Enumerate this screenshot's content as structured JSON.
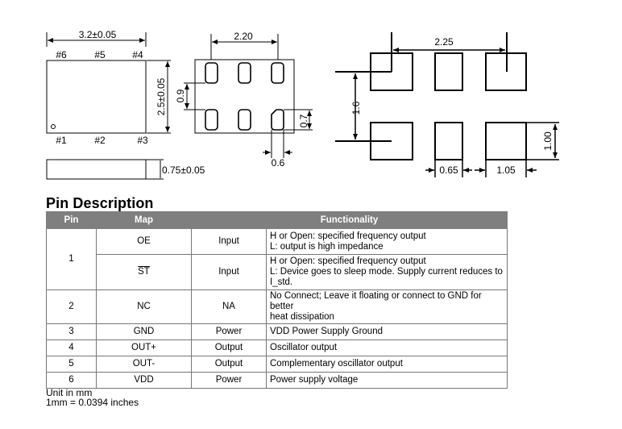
{
  "drawing": {
    "top_view": {
      "width_dim": "3.2±0.05",
      "height_dim": "2.5±0.05",
      "pins_top": [
        "#6",
        "#5",
        "#4"
      ],
      "pins_bottom": [
        "#1",
        "#2",
        "#3"
      ]
    },
    "side_view": {
      "thickness_dim": "0.75±0.05"
    },
    "bottom_view": {
      "pitch_dim": "2.20",
      "row_gap_dim": "0.9",
      "pad_height_dim": "0.7",
      "pad_width_dim": "0.6"
    },
    "land_pattern": {
      "span_dim": "2.25",
      "row_span_dim": "1.6",
      "pad_height_dim": "1.00",
      "pad_width_dim": "0.65",
      "pad_gap_dim": "1.05"
    }
  },
  "pin_description": {
    "title": "Pin Description",
    "headers": [
      "Pin",
      "Map",
      "Functionality"
    ],
    "rows": [
      {
        "pin": "1",
        "map": "OE",
        "type": "Input",
        "func": [
          "H or Open: specified frequency output",
          "L: output is high impedance"
        ]
      },
      {
        "pin": "",
        "map": "ST",
        "type": "Input",
        "func": [
          "H or Open: specified frequency output",
          "L: Device goes to sleep mode. Supply current reduces to",
          "I_std."
        ]
      },
      {
        "pin": "2",
        "map": "NC",
        "type": "NA",
        "func": [
          "No Connect; Leave it floating or connect to GND for better",
          "heat dissipation"
        ]
      },
      {
        "pin": "3",
        "map": "GND",
        "type": "Power",
        "func": [
          "VDD Power Supply Ground"
        ]
      },
      {
        "pin": "4",
        "map": "OUT+",
        "type": "Output",
        "func": [
          "Oscillator output"
        ]
      },
      {
        "pin": "5",
        "map": "OUT-",
        "type": "Output",
        "func": [
          "Complementary oscillator output"
        ]
      },
      {
        "pin": "6",
        "map": "VDD",
        "type": "Power",
        "func": [
          "Power supply voltage"
        ]
      }
    ],
    "notes": [
      "Unit in mm",
      "1mm = 0.0394 inches"
    ]
  }
}
